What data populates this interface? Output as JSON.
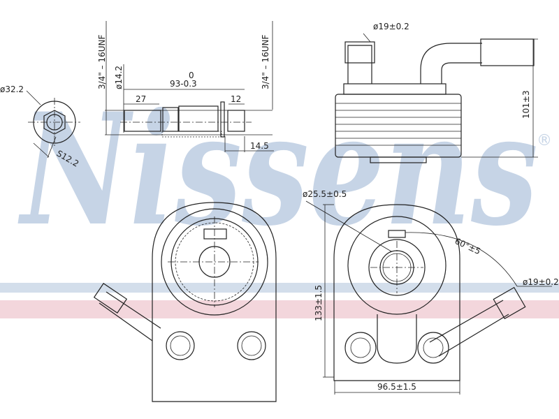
{
  "watermark": {
    "brand": "Nissens",
    "registered": "®",
    "color": "#c6d4e6",
    "band_blue": "#d3deeb",
    "band_pink": "#f3d6dc"
  },
  "dimensions": {
    "hex_outer_diameter": "ø32.2",
    "hex_size": "S12.2",
    "thread_left": "3/4\" – 16UNF",
    "thread_right": "3/4\" – 16UNF",
    "bolt_diameter": "ø14.2",
    "bolt_length": "93-0.3",
    "bolt_length_upper_tol": "0",
    "left_section": "27",
    "right_section": "12",
    "offset": "14.5",
    "pipe_diameter_top": "ø19±0.2",
    "height": "101±3",
    "center_bore": "ø25.5±0.5",
    "angle": "60°±5",
    "pipe_diameter_side": "ø19±0.2",
    "plate_height": "133±1.5",
    "plate_width": "96.5±1.5"
  }
}
